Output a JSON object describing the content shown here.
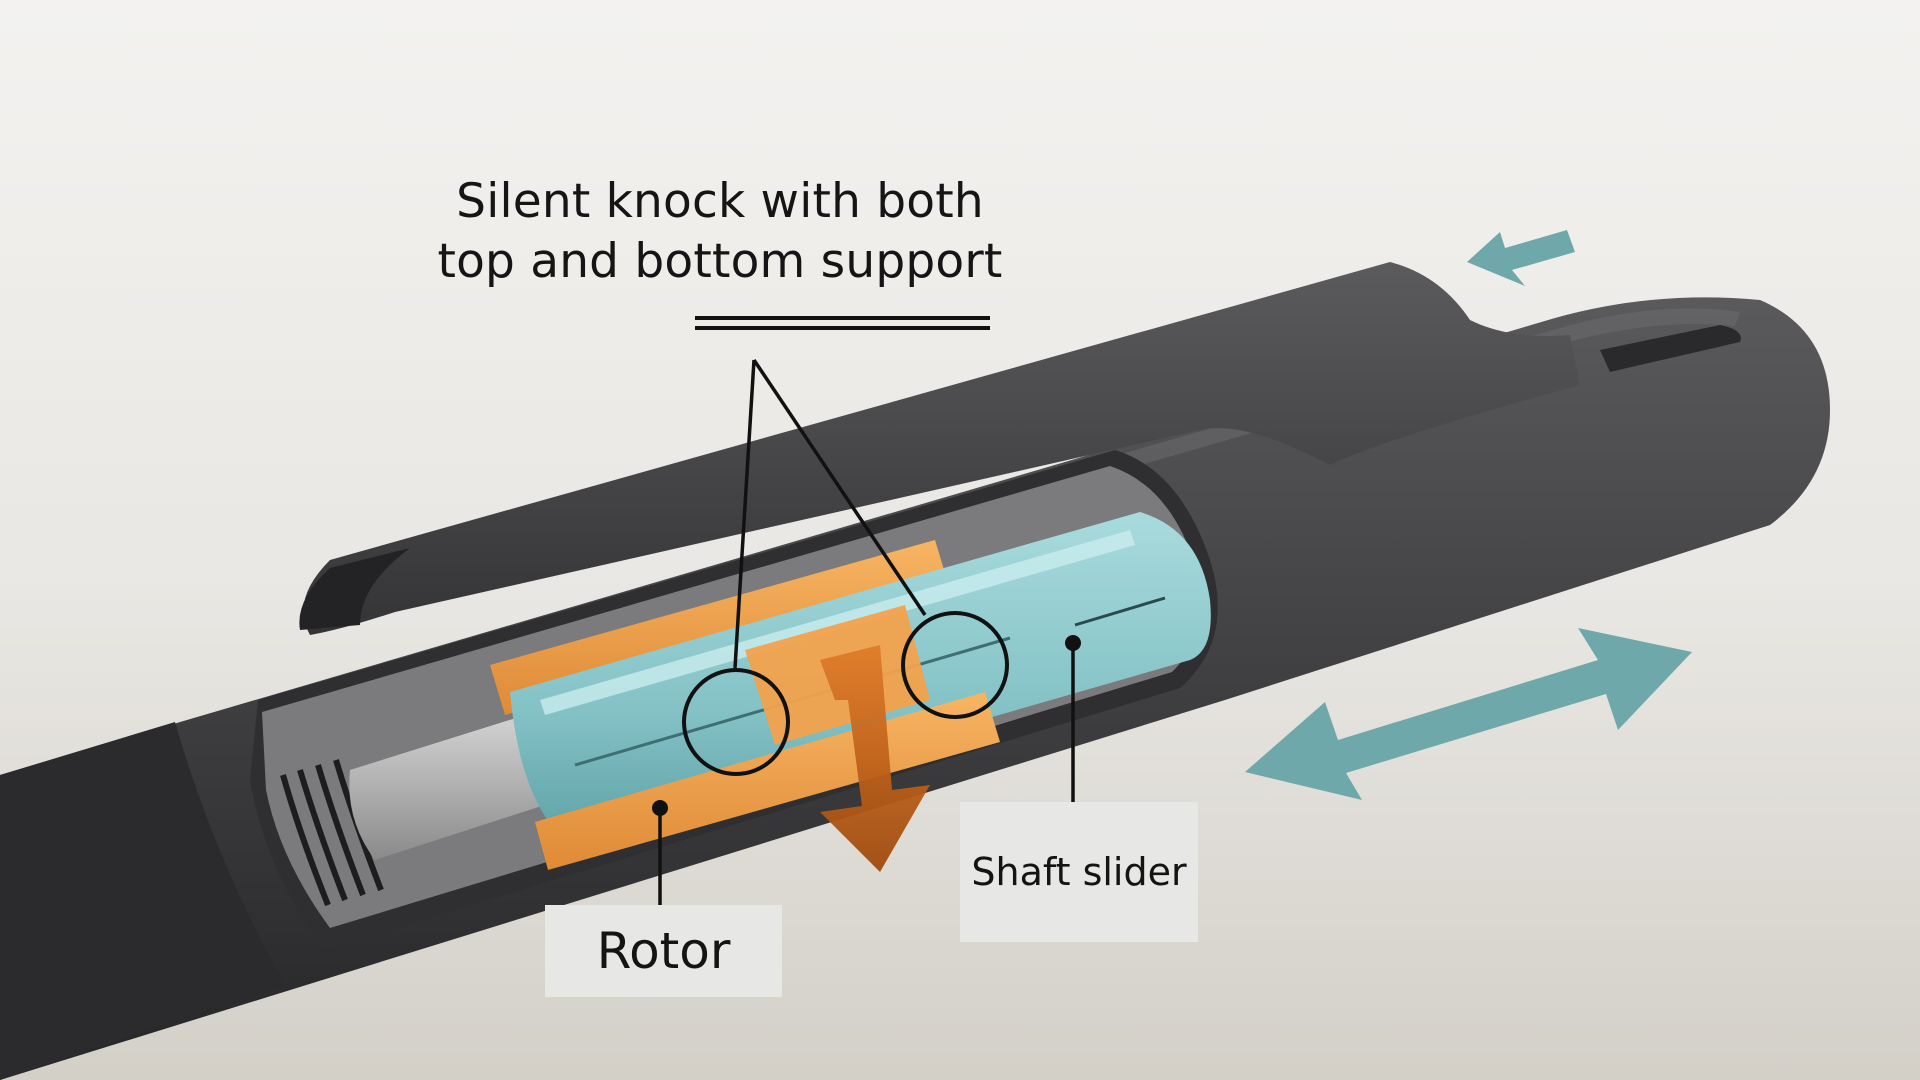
{
  "headline": {
    "line1": "Silent knock with both",
    "line2": "top and bottom support"
  },
  "labels": {
    "rotor": "Rotor",
    "shaft_slider": "Shaft slider"
  },
  "colors": {
    "background_top": "#f1f0ee",
    "background_bottom": "#d4d1c9",
    "pen_body": "#4a4a4c",
    "pen_dark": "#2e2e30",
    "rotor_orange": "#f0a04b",
    "rotor_orange_dark": "#c9782c",
    "shaft_teal": "#87c4c8",
    "arrow_teal": "#6fa8ab",
    "arrow_brown": "#b55a16",
    "label_box": "#e7e7e5",
    "line": "#111111"
  },
  "icons": {
    "press_arrow": "arrow-left-icon",
    "slide_arrow": "double-arrow-icon",
    "rotation_arrow": "arrow-down-icon"
  }
}
